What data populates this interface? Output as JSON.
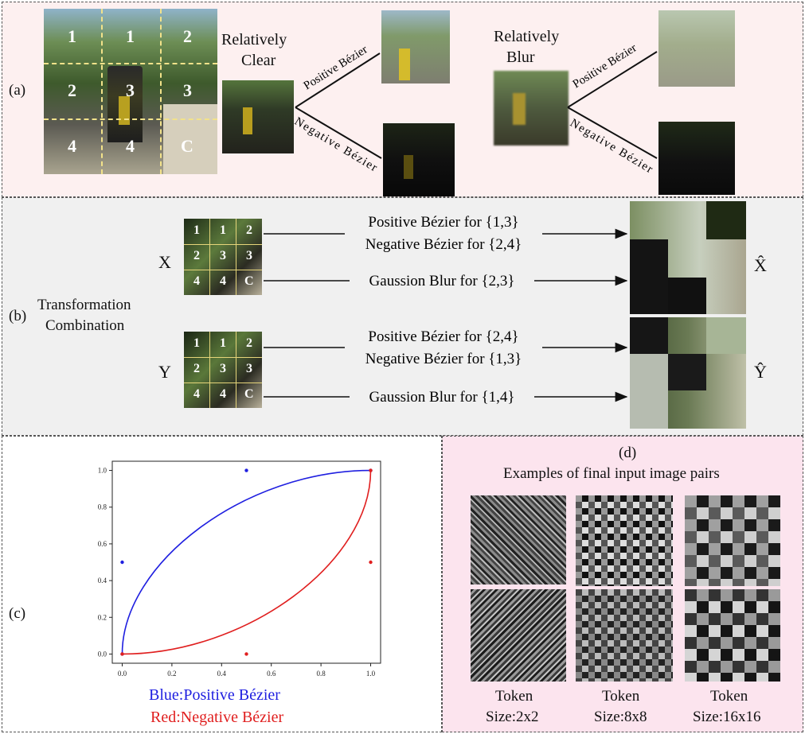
{
  "panels": {
    "a": {
      "label": "(a)",
      "grid_labels": [
        "1",
        "1",
        "2",
        "2",
        "3",
        "3",
        "4",
        "4",
        "C"
      ],
      "clear": [
        "Relatively",
        "Clear"
      ],
      "blur": [
        "Relatively",
        "Blur"
      ],
      "positive": "Positive Bézier",
      "negative": "Negative Bézier"
    },
    "b": {
      "label": "(b)",
      "title": [
        "Transformation",
        "Combination"
      ],
      "x_label": "X",
      "y_label": "Y",
      "x_hat": "X̂",
      "y_hat": "Ŷ",
      "tile_labels": [
        "1",
        "1",
        "2",
        "2",
        "3",
        "3",
        "4",
        "4",
        "C"
      ],
      "x_ops": [
        "Positive Bézier for {1,3}",
        "Negative Bézier for {2,4}",
        "Gaussion Blur  for {2,3}"
      ],
      "y_ops": [
        "Positive Bézier for {2,4}",
        "Negative Bézier for {1,3}",
        "Gaussion Blur  for {1,4}"
      ]
    },
    "c": {
      "label": "(c)",
      "legend_blue": "Blue:Positive Bézier",
      "legend_red": "Red:Negative Bézier"
    },
    "d": {
      "label": "(d)",
      "title": "Examples of final input image pairs",
      "columns": [
        {
          "token": "Token",
          "size": "Size:2x2"
        },
        {
          "token": "Token",
          "size": "Size:8x8"
        },
        {
          "token": "Token",
          "size": "Size:16x16"
        }
      ]
    }
  },
  "chart_data": {
    "type": "line",
    "xlim": [
      0,
      1
    ],
    "ylim": [
      0,
      1
    ],
    "x_ticks": [
      "0.0",
      "0.2",
      "0.4",
      "0.6",
      "0.8",
      "1.0"
    ],
    "y_ticks": [
      "0.0",
      "0.2",
      "0.4",
      "0.6",
      "0.8",
      "1.0"
    ],
    "series": [
      {
        "name": "Blue:Positive Bézier",
        "color": "#1f1fe0",
        "control_points": [
          [
            0,
            0
          ],
          [
            0,
            0.5
          ],
          [
            0.5,
            1
          ],
          [
            1,
            1
          ]
        ]
      },
      {
        "name": "Red:Negative Bézier",
        "color": "#e01f1f",
        "control_points": [
          [
            0,
            0
          ],
          [
            0.5,
            0
          ],
          [
            1,
            0.5
          ],
          [
            1,
            1
          ]
        ]
      }
    ]
  },
  "colors": {
    "panel_a_bg": "#fdf0f0",
    "panel_b_bg": "#f0f0f0",
    "panel_d_bg": "#fce4ee",
    "positive": "#1f1fe0",
    "negative": "#e01f1f"
  }
}
